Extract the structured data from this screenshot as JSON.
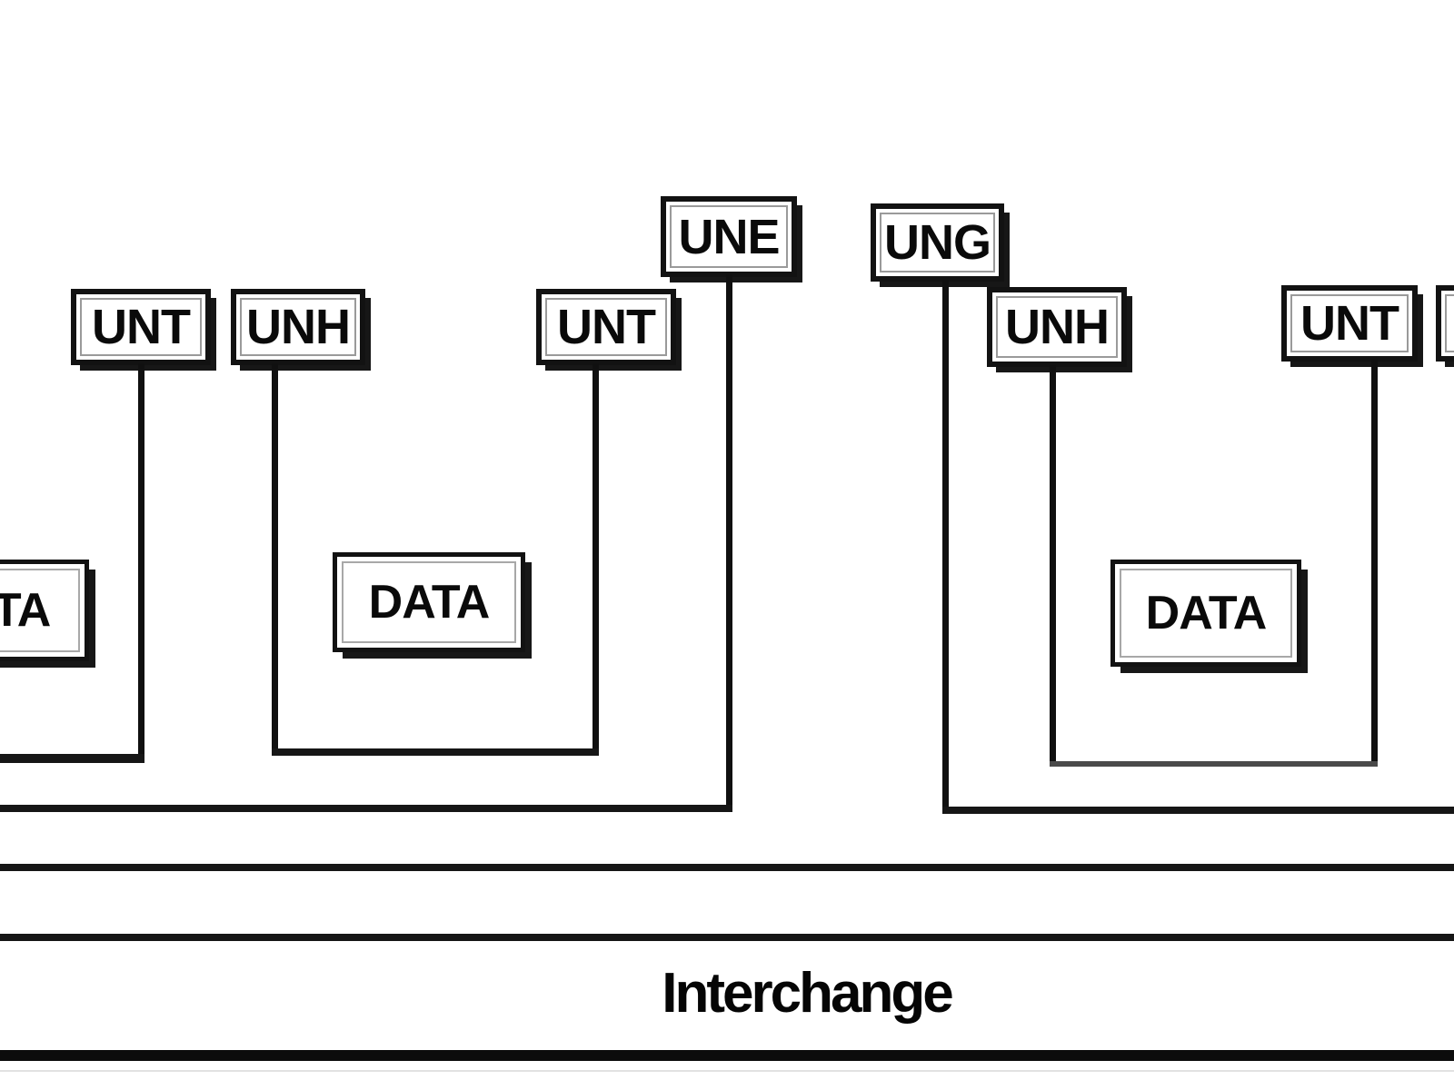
{
  "diagram": {
    "labels": {
      "unt1": "UNT",
      "unh1": "UNH",
      "unt2": "UNT",
      "une": "UNE",
      "ung": "UNG",
      "unh2": "UNH",
      "unt3": "UNT",
      "partial_right": "",
      "data_left": "DATA",
      "data_mid": "DATA",
      "data_right": "DATA",
      "level_caption": "Interchange"
    },
    "colors": {
      "line": "#101010",
      "box_border": "#121212",
      "box_fill": "#ffffff",
      "shadow": "#171717",
      "bracket_gray": "#4a4a4a",
      "faint_line": "#e2e2e2",
      "background": "#ffffff"
    }
  }
}
